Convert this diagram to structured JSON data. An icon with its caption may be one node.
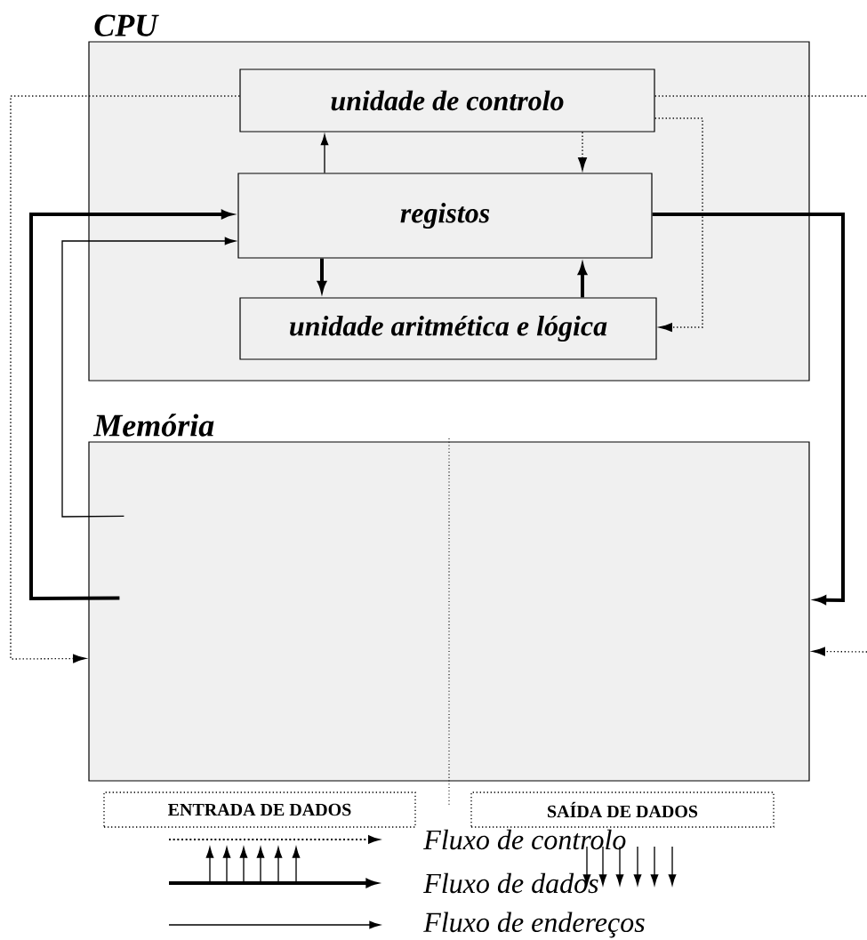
{
  "diagram": {
    "nodes": [
      {
        "text": [
          "CPU"
        ]
      },
      {
        "text": [
          "unidade de controlo"
        ],
        "in": 0
      },
      {
        "text": [
          "registos"
        ],
        "in": 0
      },
      {
        "text": [
          "unidade aritmética e lógica"
        ],
        "in": 0
      },
      {
        "text": [
          "Memória"
        ]
      },
      {
        "text": [
          "ENTRADA DE DADOS"
        ]
      },
      {
        "text": [
          "SAÍDA DE DADOS"
        ]
      }
    ],
    "edges": [
      {
        "from": 2,
        "to": 1,
        "arrow": "to"
      },
      {
        "from": 1,
        "to": 2,
        "arrow": "to",
        "style": "dashed"
      },
      {
        "from": 1,
        "to": 3,
        "arrow": "to",
        "style": "dashed"
      },
      {
        "from": 2,
        "to": 3,
        "arrow": "to",
        "style": "thick"
      },
      {
        "from": 3,
        "to": 2,
        "arrow": "to",
        "style": "thick"
      },
      {
        "from": 4,
        "to": 2,
        "arrow": "to",
        "style": "thick"
      },
      {
        "from": 4,
        "to": 2,
        "arrow": "to"
      },
      {
        "from": 2,
        "to": 4,
        "arrow": "to",
        "style": "thick"
      },
      {
        "from": 1,
        "to": 4,
        "arrow": "to",
        "style": "dashed"
      },
      {
        "from": 1,
        "to": null,
        "arrow": "none",
        "style": "dashed"
      },
      {
        "from": null,
        "to": 4,
        "arrow": "to",
        "style": "dashed"
      }
    ],
    "legend": [
      {
        "text": "Fluxo de controlo"
      },
      {
        "text": "Fluxo de dados"
      },
      {
        "text": "Fluxo de endereços"
      }
    ]
  }
}
